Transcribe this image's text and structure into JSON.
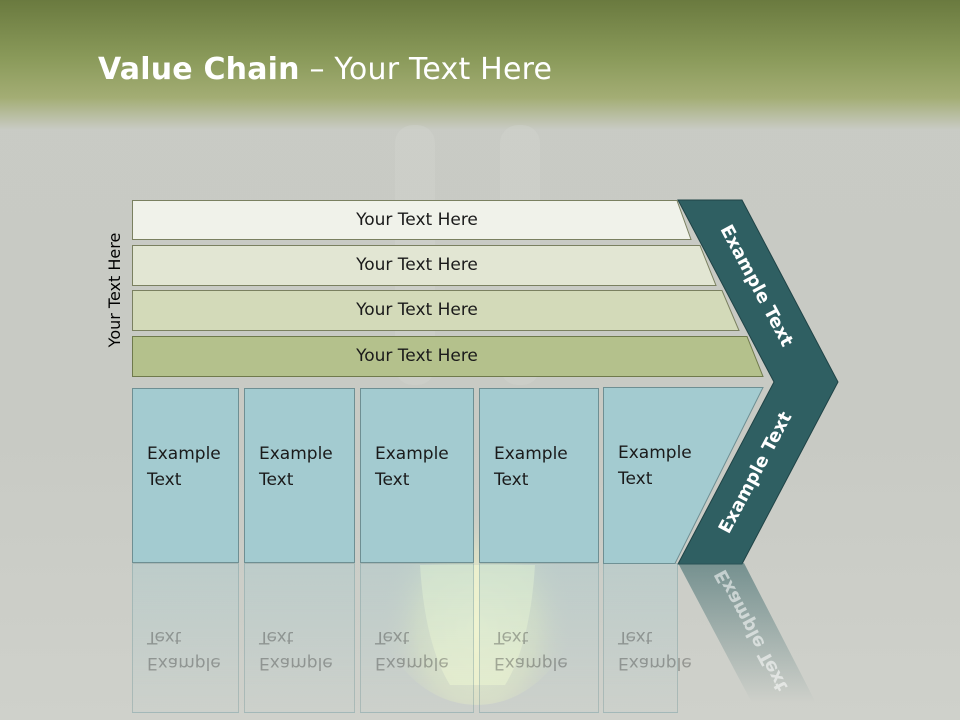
{
  "slide": {
    "title_bold": "Value Chain",
    "title_rest": " – Your Text Here",
    "side_label": "Your Text Here",
    "bars": [
      {
        "label": "Your Text Here"
      },
      {
        "label": "Your Text Here"
      },
      {
        "label": "Your Text Here"
      },
      {
        "label": "Your Text Here"
      }
    ],
    "boxes": [
      {
        "label": "Example Text"
      },
      {
        "label": "Example Text"
      },
      {
        "label": "Example Text"
      },
      {
        "label": "Example Text"
      },
      {
        "label": "Example Text"
      }
    ],
    "chevron_top": "Example Text",
    "chevron_bottom": "Example Text"
  },
  "colors": {
    "header": "#7d8b4b",
    "bar_1": "#f0f2ea",
    "bar_2": "#e2e6d3",
    "bar_3": "#d3dab9",
    "bar_4": "#b4c18c",
    "box": "#a3cbd0",
    "chevron": "#2f5f62"
  }
}
